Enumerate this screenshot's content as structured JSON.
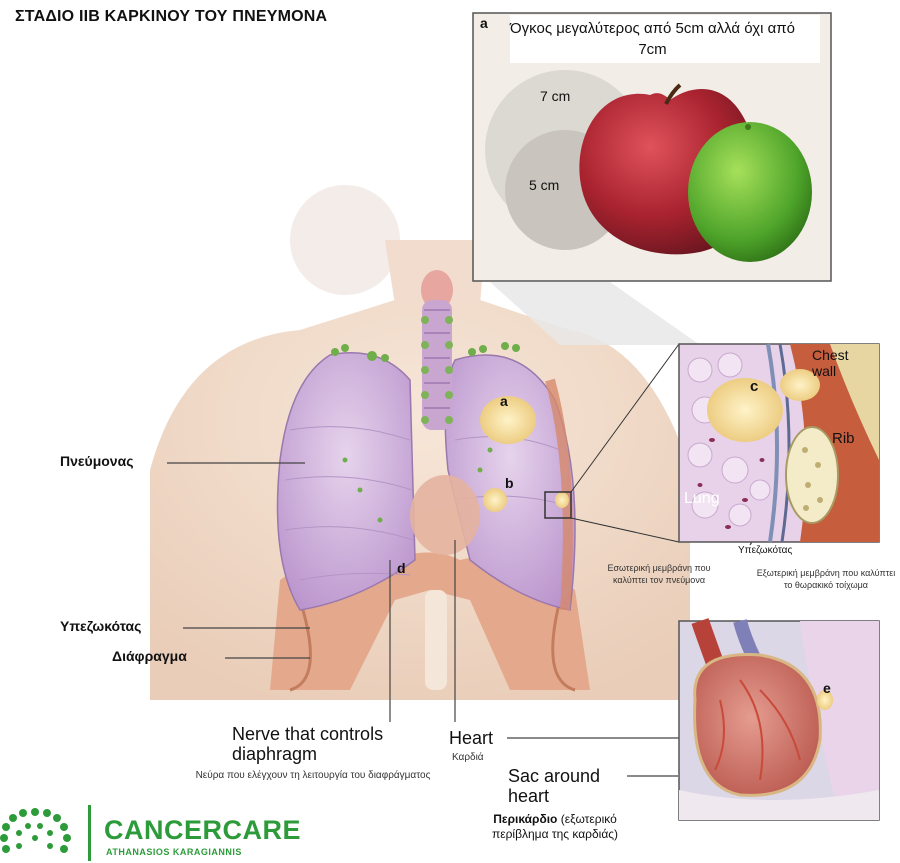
{
  "title": "ΣΤΑΔΙΟ IIB ΚΑΡΚΙΝΟΥ ΤΟΥ ΠΝΕΥΜΟΝΑ",
  "inset_a": {
    "letter": "a",
    "caption": "Όγκος μεγαλύτερος από 5cm αλλά όχι από 7cm",
    "size_large": "7 cm",
    "size_small": "5 cm"
  },
  "inset_c": {
    "letter": "c",
    "chest_wall": "Chest wall",
    "rib": "Rib",
    "lung": "Lung",
    "pleura": "Υπεζωκότας",
    "inner_membrane": "Εσωτερική μεμβράνη που καλύπτει τον πνεύμονα",
    "outer_membrane": "Εξωτερική μεμβράνη που καλύπτει το θωρακικό τοίχωμα"
  },
  "inset_e": {
    "letter": "e"
  },
  "markers": {
    "a": "a",
    "b": "b",
    "d": "d"
  },
  "labels": {
    "lung": "Πνεύμονας",
    "pleura": "Υπεζωκότας",
    "diaphragm": "Διάφραγμα",
    "nerve_en": "Nerve that controls diaphragm",
    "nerve_gr": "Νεύρα που ελέγχουν τη λειτουργία του διαφράγματος",
    "heart_en": "Heart",
    "heart_gr": "Καρδιά",
    "sac_en": "Sac around heart",
    "sac_gr_bold": "Περικάρδιο",
    "sac_gr": "(εξωτερικό περίβλημα της καρδιάς)"
  },
  "logo": {
    "name": "CANCERCARE",
    "sub": "ATHANASIOS KARAGIANNIS"
  },
  "colors": {
    "brand": "#2d9b3a",
    "lung": "#c9a8d6",
    "tumor": "#f0d58a",
    "muscle": "#d98f6d",
    "heart": "#c9605a"
  }
}
